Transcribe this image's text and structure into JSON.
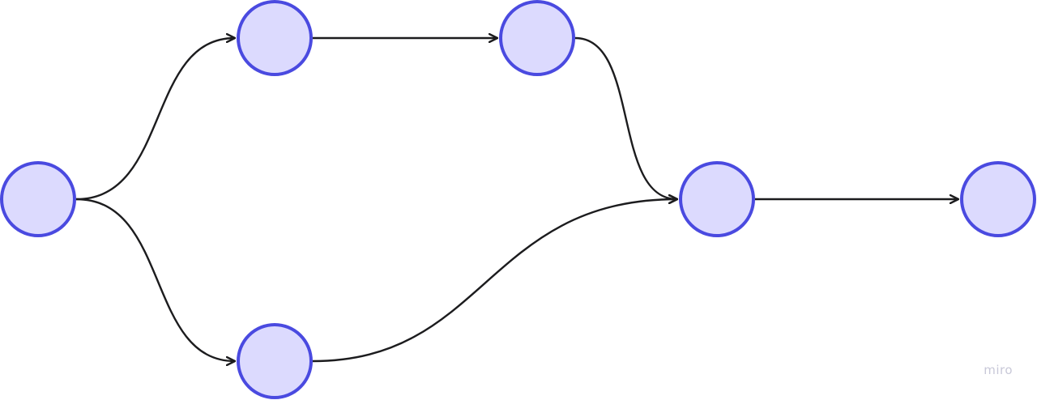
{
  "colors": {
    "background": "#ffffff",
    "node_fill": "#dcdafe",
    "node_stroke": "#4a4ae0",
    "edge": "#1c1c1e",
    "watermark": "#c8c8d8"
  },
  "diagram": {
    "type": "flow-graph",
    "nodes": [
      {
        "id": "n1",
        "label": ""
      },
      {
        "id": "n2",
        "label": ""
      },
      {
        "id": "n3",
        "label": ""
      },
      {
        "id": "n4",
        "label": ""
      },
      {
        "id": "n5",
        "label": ""
      },
      {
        "id": "n6",
        "label": ""
      }
    ],
    "edges": [
      {
        "from": "n1",
        "to": "n2"
      },
      {
        "from": "n1",
        "to": "n4"
      },
      {
        "from": "n2",
        "to": "n3"
      },
      {
        "from": "n3",
        "to": "n5"
      },
      {
        "from": "n4",
        "to": "n5"
      },
      {
        "from": "n5",
        "to": "n6"
      }
    ]
  },
  "watermark": {
    "text": "miro"
  }
}
